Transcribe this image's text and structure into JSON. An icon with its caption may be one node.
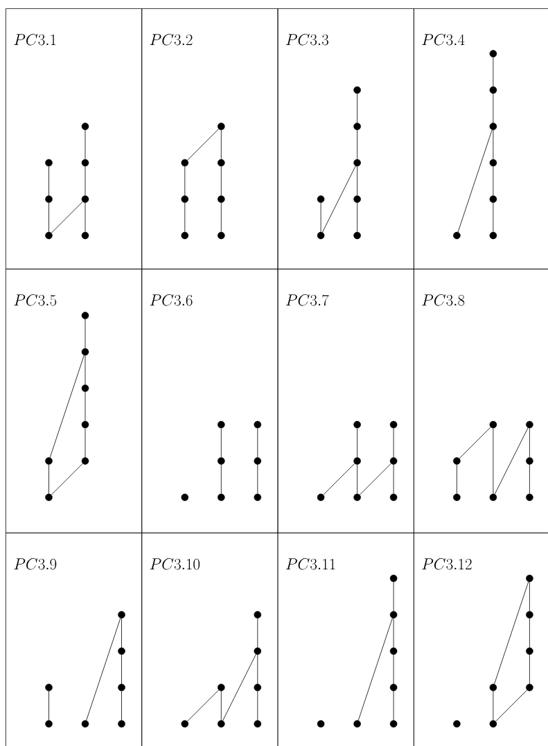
{
  "diagram": {
    "nodes": [
      {
        "text": [
          "PC3.1"
        ]
      },
      {
        "text": [],
        "shape": "circle",
        "in": 0
      },
      {
        "text": [],
        "shape": "circle",
        "in": 0
      },
      {
        "text": [],
        "shape": "circle",
        "in": 0
      },
      {
        "text": [],
        "shape": "circle",
        "in": 0
      },
      {
        "text": [],
        "shape": "circle",
        "in": 0
      },
      {
        "text": [],
        "shape": "circle",
        "in": 0
      },
      {
        "text": [],
        "shape": "circle",
        "in": 0
      },
      {
        "text": [
          "PC3.2"
        ]
      },
      {
        "text": [],
        "shape": "circle",
        "in": 8
      },
      {
        "text": [],
        "shape": "circle",
        "in": 8
      },
      {
        "text": [],
        "shape": "circle",
        "in": 8
      },
      {
        "text": [],
        "shape": "circle",
        "in": 8
      },
      {
        "text": [],
        "shape": "circle",
        "in": 8
      },
      {
        "text": [],
        "shape": "circle",
        "in": 8
      },
      {
        "text": [],
        "shape": "circle",
        "in": 8
      },
      {
        "text": [
          "PC3.3"
        ]
      },
      {
        "text": [],
        "shape": "circle",
        "in": 16
      },
      {
        "text": [],
        "shape": "circle",
        "in": 16
      },
      {
        "text": [],
        "shape": "circle",
        "in": 16
      },
      {
        "text": [],
        "shape": "circle",
        "in": 16
      },
      {
        "text": [],
        "shape": "circle",
        "in": 16
      },
      {
        "text": [],
        "shape": "circle",
        "in": 16
      },
      {
        "text": [],
        "shape": "circle",
        "in": 16
      },
      {
        "text": [
          "PC3.4"
        ]
      },
      {
        "text": [],
        "shape": "circle",
        "in": 24
      },
      {
        "text": [],
        "shape": "circle",
        "in": 24
      },
      {
        "text": [],
        "shape": "circle",
        "in": 24
      },
      {
        "text": [],
        "shape": "circle",
        "in": 24
      },
      {
        "text": [],
        "shape": "circle",
        "in": 24
      },
      {
        "text": [],
        "shape": "circle",
        "in": 24
      },
      {
        "text": [],
        "shape": "circle",
        "in": 24
      },
      {
        "text": [
          "PC3.5"
        ]
      },
      {
        "text": [],
        "shape": "circle",
        "in": 32
      },
      {
        "text": [],
        "shape": "circle",
        "in": 32
      },
      {
        "text": [],
        "shape": "circle",
        "in": 32
      },
      {
        "text": [],
        "shape": "circle",
        "in": 32
      },
      {
        "text": [],
        "shape": "circle",
        "in": 32
      },
      {
        "text": [],
        "shape": "circle",
        "in": 32
      },
      {
        "text": [],
        "shape": "circle",
        "in": 32
      },
      {
        "text": [
          "PC3.6"
        ]
      },
      {
        "text": [],
        "shape": "circle",
        "in": 40
      },
      {
        "text": [],
        "shape": "circle",
        "in": 40
      },
      {
        "text": [],
        "shape": "circle",
        "in": 40
      },
      {
        "text": [],
        "shape": "circle",
        "in": 40
      },
      {
        "text": [],
        "shape": "circle",
        "in": 40
      },
      {
        "text": [],
        "shape": "circle",
        "in": 40
      },
      {
        "text": [],
        "shape": "circle",
        "in": 40
      },
      {
        "text": [
          "PC3.7"
        ]
      },
      {
        "text": [],
        "shape": "circle",
        "in": 48
      },
      {
        "text": [],
        "shape": "circle",
        "in": 48
      },
      {
        "text": [],
        "shape": "circle",
        "in": 48
      },
      {
        "text": [],
        "shape": "circle",
        "in": 48
      },
      {
        "text": [],
        "shape": "circle",
        "in": 48
      },
      {
        "text": [],
        "shape": "circle",
        "in": 48
      },
      {
        "text": [],
        "shape": "circle",
        "in": 48
      },
      {
        "text": [
          "PC3.8"
        ]
      },
      {
        "text": [],
        "shape": "circle",
        "in": 56
      },
      {
        "text": [],
        "shape": "circle",
        "in": 56
      },
      {
        "text": [],
        "shape": "circle",
        "in": 56
      },
      {
        "text": [],
        "shape": "circle",
        "in": 56
      },
      {
        "text": [],
        "shape": "circle",
        "in": 56
      },
      {
        "text": [],
        "shape": "circle",
        "in": 56
      },
      {
        "text": [],
        "shape": "circle",
        "in": 56
      },
      {
        "text": [
          "PC3.9"
        ]
      },
      {
        "text": [],
        "shape": "circle",
        "in": 64
      },
      {
        "text": [],
        "shape": "circle",
        "in": 64
      },
      {
        "text": [],
        "shape": "circle",
        "in": 64
      },
      {
        "text": [],
        "shape": "circle",
        "in": 64
      },
      {
        "text": [],
        "shape": "circle",
        "in": 64
      },
      {
        "text": [],
        "shape": "circle",
        "in": 64
      },
      {
        "text": [],
        "shape": "circle",
        "in": 64
      },
      {
        "text": [
          "PC3.10"
        ]
      },
      {
        "text": [],
        "shape": "circle",
        "in": 72
      },
      {
        "text": [],
        "shape": "circle",
        "in": 72
      },
      {
        "text": [],
        "shape": "circle",
        "in": 72
      },
      {
        "text": [],
        "shape": "circle",
        "in": 72
      },
      {
        "text": [],
        "shape": "circle",
        "in": 72
      },
      {
        "text": [],
        "shape": "circle",
        "in": 72
      },
      {
        "text": [],
        "shape": "circle",
        "in": 72
      },
      {
        "text": [
          "PC3.11"
        ]
      },
      {
        "text": [],
        "shape": "circle",
        "in": 80
      },
      {
        "text": [],
        "shape": "circle",
        "in": 80
      },
      {
        "text": [],
        "shape": "circle",
        "in": 80
      },
      {
        "text": [],
        "shape": "circle",
        "in": 80
      },
      {
        "text": [],
        "shape": "circle",
        "in": 80
      },
      {
        "text": [],
        "shape": "circle",
        "in": 80
      },
      {
        "text": [],
        "shape": "circle",
        "in": 80
      },
      {
        "text": [
          "PC3.12"
        ]
      },
      {
        "text": [],
        "shape": "circle",
        "in": 88
      },
      {
        "text": [],
        "shape": "circle",
        "in": 88
      },
      {
        "text": [],
        "shape": "circle",
        "in": 88
      },
      {
        "text": [],
        "shape": "circle",
        "in": 88
      },
      {
        "text": [],
        "shape": "circle",
        "in": 88
      },
      {
        "text": [],
        "shape": "circle",
        "in": 88
      },
      {
        "text": [],
        "shape": "circle",
        "in": 88
      }
    ],
    "edges": [
      {
        "from": 1,
        "to": 2,
        "arrow": "none"
      },
      {
        "from": 2,
        "to": 3,
        "arrow": "none"
      },
      {
        "from": 4,
        "to": 5,
        "arrow": "none"
      },
      {
        "from": 5,
        "to": 6,
        "arrow": "none"
      },
      {
        "from": 6,
        "to": 7,
        "arrow": "none"
      },
      {
        "from": 3,
        "to": 6,
        "arrow": "none"
      },
      {
        "from": 9,
        "to": 10,
        "arrow": "none"
      },
      {
        "from": 10,
        "to": 11,
        "arrow": "none"
      },
      {
        "from": 12,
        "to": 13,
        "arrow": "none"
      },
      {
        "from": 13,
        "to": 14,
        "arrow": "none"
      },
      {
        "from": 14,
        "to": 15,
        "arrow": "none"
      },
      {
        "from": 9,
        "to": 12,
        "arrow": "none"
      },
      {
        "from": 17,
        "to": 18,
        "arrow": "none"
      },
      {
        "from": 19,
        "to": 20,
        "arrow": "none"
      },
      {
        "from": 20,
        "to": 21,
        "arrow": "none"
      },
      {
        "from": 21,
        "to": 22,
        "arrow": "none"
      },
      {
        "from": 22,
        "to": 23,
        "arrow": "none"
      },
      {
        "from": 18,
        "to": 21,
        "arrow": "none"
      },
      {
        "from": 26,
        "to": 27,
        "arrow": "none"
      },
      {
        "from": 27,
        "to": 28,
        "arrow": "none"
      },
      {
        "from": 28,
        "to": 29,
        "arrow": "none"
      },
      {
        "from": 29,
        "to": 30,
        "arrow": "none"
      },
      {
        "from": 30,
        "to": 31,
        "arrow": "none"
      },
      {
        "from": 25,
        "to": 28,
        "arrow": "none"
      },
      {
        "from": 33,
        "to": 34,
        "arrow": "none"
      },
      {
        "from": 35,
        "to": 36,
        "arrow": "none"
      },
      {
        "from": 36,
        "to": 37,
        "arrow": "none"
      },
      {
        "from": 37,
        "to": 38,
        "arrow": "none"
      },
      {
        "from": 38,
        "to": 39,
        "arrow": "none"
      },
      {
        "from": 34,
        "to": 39,
        "arrow": "none"
      },
      {
        "from": 33,
        "to": 36,
        "arrow": "none"
      },
      {
        "from": 42,
        "to": 43,
        "arrow": "none"
      },
      {
        "from": 43,
        "to": 44,
        "arrow": "none"
      },
      {
        "from": 45,
        "to": 46,
        "arrow": "none"
      },
      {
        "from": 46,
        "to": 47,
        "arrow": "none"
      },
      {
        "from": 50,
        "to": 51,
        "arrow": "none"
      },
      {
        "from": 51,
        "to": 52,
        "arrow": "none"
      },
      {
        "from": 53,
        "to": 54,
        "arrow": "none"
      },
      {
        "from": 54,
        "to": 55,
        "arrow": "none"
      },
      {
        "from": 49,
        "to": 51,
        "arrow": "none"
      },
      {
        "from": 52,
        "to": 54,
        "arrow": "none"
      },
      {
        "from": 57,
        "to": 58,
        "arrow": "none"
      },
      {
        "from": 57,
        "to": 59,
        "arrow": "none"
      },
      {
        "from": 59,
        "to": 60,
        "arrow": "none"
      },
      {
        "from": 60,
        "to": 61,
        "arrow": "none"
      },
      {
        "from": 61,
        "to": 62,
        "arrow": "none"
      },
      {
        "from": 62,
        "to": 63,
        "arrow": "none"
      },
      {
        "from": 65,
        "to": 66,
        "arrow": "none"
      },
      {
        "from": 67,
        "to": 68,
        "arrow": "none"
      },
      {
        "from": 68,
        "to": 69,
        "arrow": "none"
      },
      {
        "from": 69,
        "to": 70,
        "arrow": "none"
      },
      {
        "from": 70,
        "to": 71,
        "arrow": "none"
      },
      {
        "from": 73,
        "to": 74,
        "arrow": "none"
      },
      {
        "from": 74,
        "to": 75,
        "arrow": "none"
      },
      {
        "from": 75,
        "to": 77,
        "arrow": "none"
      },
      {
        "from": 76,
        "to": 77,
        "arrow": "none"
      },
      {
        "from": 77,
        "to": 78,
        "arrow": "none"
      },
      {
        "from": 78,
        "to": 79,
        "arrow": "none"
      },
      {
        "from": 82,
        "to": 84,
        "arrow": "none"
      },
      {
        "from": 83,
        "to": 84,
        "arrow": "none"
      },
      {
        "from": 84,
        "to": 85,
        "arrow": "none"
      },
      {
        "from": 85,
        "to": 86,
        "arrow": "none"
      },
      {
        "from": 86,
        "to": 87,
        "arrow": "none"
      },
      {
        "from": 90,
        "to": 91,
        "arrow": "none"
      },
      {
        "from": 90,
        "to": 92,
        "arrow": "none"
      },
      {
        "from": 91,
        "to": 95,
        "arrow": "none"
      },
      {
        "from": 92,
        "to": 93,
        "arrow": "none"
      },
      {
        "from": 93,
        "to": 94,
        "arrow": "none"
      },
      {
        "from": 94,
        "to": 95,
        "arrow": "none"
      }
    ]
  }
}
